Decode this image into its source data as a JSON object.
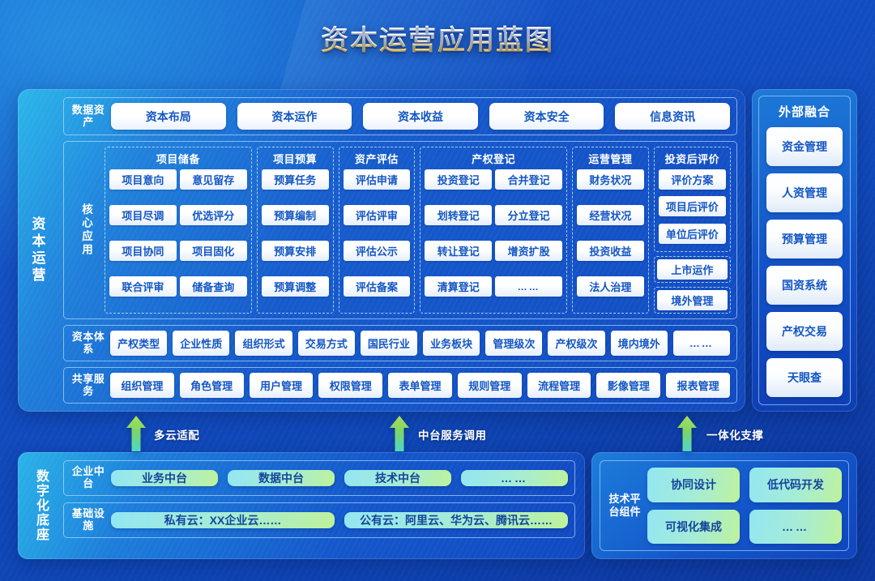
{
  "title": "资本运营应用蓝图",
  "colors": {
    "accent_blue": "#1356c4",
    "bg_blue": "#1450c4",
    "cyan": "#2cb9eb",
    "title_gold": "#f6b93a",
    "green_chip_start": "#93e6f2",
    "green_chip_end": "#bdf29c",
    "arrow_green": "#7fd35a"
  },
  "upper": {
    "side_label": "资本运营",
    "data_assets": {
      "label": "数据资产",
      "items": [
        "资本布局",
        "资本运作",
        "资本收益",
        "资本安全",
        "信息资讯"
      ]
    },
    "core": {
      "label": "核心应用",
      "groups": [
        {
          "title": "项目储备",
          "columns": 2,
          "items": [
            "项目意向",
            "意见留存",
            "项目尽调",
            "优选评分",
            "项目协同",
            "项目固化",
            "联合评审",
            "储备查询"
          ]
        },
        {
          "title": "项目预算",
          "columns": 1,
          "items": [
            "预算任务",
            "预算编制",
            "预算安排",
            "预算调整"
          ]
        },
        {
          "title": "资产评估",
          "columns": 1,
          "items": [
            "评估申请",
            "评估评审",
            "评估公示",
            "评估备案"
          ]
        },
        {
          "title": "产权登记",
          "columns": 2,
          "items": [
            "投资登记",
            "合并登记",
            "划转登记",
            "分立登记",
            "转让登记",
            "增资扩股",
            "清算登记",
            "……"
          ]
        },
        {
          "title": "运营管理",
          "columns": 1,
          "items": [
            "财务状况",
            "经营状况",
            "投资收益",
            "法人治理"
          ]
        }
      ],
      "last_column": {
        "group": {
          "title": "投资后评价",
          "columns": 1,
          "items": [
            "评价方案",
            "项目后评价",
            "单位后评价"
          ]
        },
        "solo_items": [
          "上市运作",
          "境外管理"
        ]
      }
    },
    "capital_system": {
      "label": "资本体系",
      "items": [
        "产权类型",
        "企业性质",
        "组织形式",
        "交易方式",
        "国民行业",
        "业务板块",
        "管理级次",
        "产权级次",
        "境内境外",
        "……"
      ]
    },
    "shared_services": {
      "label": "共享服务",
      "items": [
        "组织管理",
        "角色管理",
        "用户管理",
        "权限管理",
        "表单管理",
        "规则管理",
        "流程管理",
        "影像管理",
        "报表管理"
      ]
    }
  },
  "right_panel": {
    "title": "外部融合",
    "items": [
      "资金管理",
      "人资管理",
      "预算管理",
      "国资系统",
      "产权交易",
      "天眼查"
    ]
  },
  "arrows": [
    {
      "label": "多云适配"
    },
    {
      "label": "中台服务调用"
    },
    {
      "label": "一体化支撑"
    }
  ],
  "bottom_left": {
    "side_label": "数字化底座",
    "rows": [
      {
        "label": "企业中台",
        "items": [
          "业务中台",
          "数据中台",
          "技术中台",
          "……"
        ]
      },
      {
        "label": "基础设施",
        "items": [
          "私有云：XX企业云……",
          "公有云：阿里云、华为云、腾讯云……"
        ]
      }
    ]
  },
  "bottom_right": {
    "label": "技术平台组件",
    "items": [
      "协同设计",
      "低代码开发",
      "可视化集成",
      "……"
    ]
  }
}
